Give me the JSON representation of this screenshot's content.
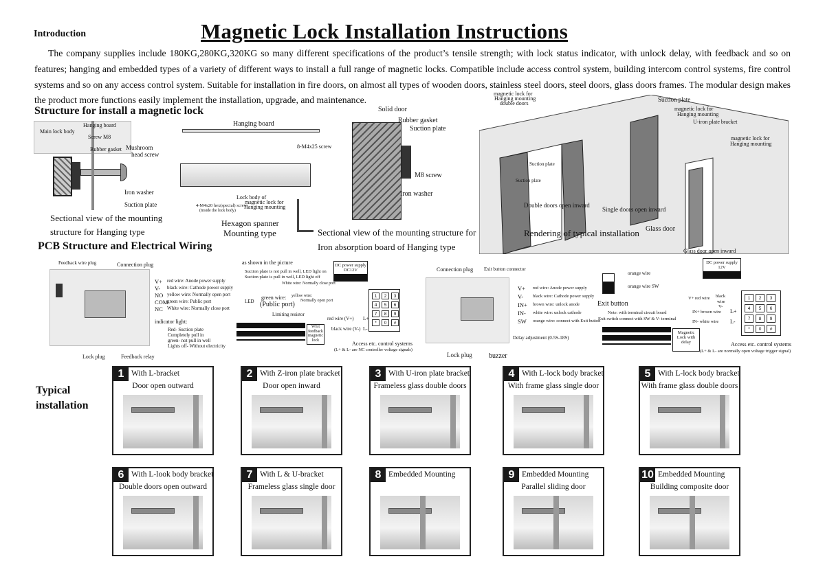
{
  "header": {
    "intro_heading": "Introduction",
    "title": "Magnetic Lock Installation Instructions"
  },
  "intro_text": "The company supplies include 180KG,280KG,320KG so many different specifications of the product’s tensile strength; with lock status indicator, with unlock delay, with feedback and so on features; hanging and embedded types of a variety of different ways to install a full range of magnetic locks. Compatible include access control system, building intercom control systems, fire control systems and so on any access control system. Suitable for installation in fire doors, on almost all types of wooden doors, stainless steel doors, steel doors, glass doors frames. The modular design makes the product more functions easily implement the installation, upgrade, and maintenance.",
  "structure": {
    "heading": "Structure for install a magnetic lock",
    "sectional": {
      "labels": [
        "Main lock body",
        "Hanging board",
        "Screw M8",
        "Rubber gasket",
        "Mushroom",
        "head screw",
        "Iron washer",
        "Suction plate"
      ],
      "caption1": "Sectional view of the mounting",
      "caption2": "structure for Hanging type"
    },
    "mounting": {
      "hanging_board": "Hanging board",
      "screw": "8-M4x25 screw",
      "lock_body1": "Lock body of",
      "lock_body2": "magnetic lock for",
      "lock_body3": "Hanging mounting",
      "screw2": "4-M4x20 hex(special) screw",
      "screw2b": "(Inside the lock body)",
      "spanner": "Hexagon spanner",
      "caption": "Mounting type"
    },
    "iron": {
      "labels": [
        "Solid door",
        "Rubber gasket",
        "Suction plate",
        "M8 screw",
        "Iron washer"
      ],
      "caption1": "Sectional view of the mounting structure for",
      "caption2": "Iron absorption board of  Hanging type"
    },
    "rendering": {
      "labels": [
        "magnetic lock for",
        "Hanging mounting",
        "double doors",
        "Suction plate",
        "magnetic lock for",
        "Hanging mounting",
        "U-iron plate bracket",
        "magnetic lock for",
        "Hanging mounting",
        "Suction plate",
        "Suction plate",
        "Double doors open inward",
        "Single doors open inward",
        "Glass door",
        "Glass door open inward"
      ],
      "caption": "Rendering of typical installation"
    }
  },
  "pcb": {
    "heading": "PCB Structure and Electrical Wiring",
    "left": {
      "feedback_plug": "Feedback wire plug",
      "connection_plug": "Connection plug",
      "lock_plug": "Lock plug",
      "feedback_relay": "Feedback relay",
      "pins": [
        {
          "pin": "V+",
          "desc": "red wire: Anode power supply"
        },
        {
          "pin": "V-",
          "desc": "black wire: Cathode power supply"
        },
        {
          "pin": "NO",
          "desc": "yellow wire: Normally open port"
        },
        {
          "pin": "COM",
          "desc": "green wire: Public port"
        },
        {
          "pin": "NC",
          "desc": "White wire: Normally close port"
        }
      ],
      "indicator_title": "indicator light:",
      "indicator_lines": [
        "Red- Suction plate",
        "Completely pull in",
        "green- not pull in well",
        "Lights off- Without electricity"
      ]
    },
    "wiring1": {
      "shown": "as shown in the picture",
      "line1": "Suction plate is not pull in well, LED light on",
      "line2": "Suction plate is pull in well, LED light off",
      "white": "White wire: Normally close port",
      "yellow": "yellow wire:",
      "yellow2": "Normally open port",
      "green": "green wire:",
      "public": "(Public port)",
      "led": "LED",
      "resistor": "Limiting resistor",
      "dc": "DC power supply",
      "dc12": "DC12V",
      "red": "red wire  (V+)",
      "black": "black wire  (V-)",
      "lplus": "L+",
      "lminus": "L-",
      "lock1": "Whit",
      "lock2": "feedback",
      "lock3": "magnetic",
      "lock4": "lock",
      "access": "Access etc. control systems",
      "access2": "(L+ & L- are NC controller voltage signals)"
    },
    "middle": {
      "connection_plug": "Connection plug",
      "exit_connector": "Exit button connector",
      "pins": [
        {
          "pin": "V+",
          "desc": "red wire: Anode power supply"
        },
        {
          "pin": "V-",
          "desc": "black wire: Cathode power supply"
        },
        {
          "pin": "IN+",
          "desc": "brown wire: unlock anode"
        },
        {
          "pin": "IN-",
          "desc": "white wire: unlock cathode"
        },
        {
          "pin": "SW",
          "desc": "orange wire: connect with Exit button"
        }
      ],
      "delay": "Delay adjustment  (0.5S-18S)",
      "lock_plug": "Lock plug",
      "buzzer": "buzzer"
    },
    "wiring2": {
      "orange": "orange wire",
      "orange_sw": "orange wire SW",
      "exit": "Exit button",
      "note1": "Note: with terminal circuit board",
      "note2": "Exit switch connect with SW & V- terminal",
      "dc": "DC  power supply",
      "dc12": "12V",
      "red": "V+ red wire",
      "black": "black",
      "black2": "wire",
      "vminus": "V-",
      "brown": "IN+ brown wire",
      "white": "IN- white wire",
      "lplus": "L+",
      "lminus": "L-",
      "lock1": "Magnetic",
      "lock2": "Lock with",
      "lock3": "delay",
      "access": "Access etc. control systems",
      "access2": "(L+ & L- are normally open voltage trigger signal)"
    },
    "keypad": [
      "1",
      "2",
      "3",
      "4",
      "5",
      "6",
      "7",
      "8",
      "9",
      "*",
      "0",
      "#"
    ]
  },
  "typical": {
    "heading1": "Typical",
    "heading2": "installation",
    "cards": [
      {
        "num": "1",
        "t1": "With L-bracket",
        "t2": "Door open outward"
      },
      {
        "num": "2",
        "t1": "With Z-iron plate bracket",
        "t2": "Door open inward"
      },
      {
        "num": "3",
        "t1": "With U-iron plate bracket",
        "t2": "Frameless glass double doors"
      },
      {
        "num": "4",
        "t1": "With L-lock body bracket",
        "t2": "With frame glass single door"
      },
      {
        "num": "5",
        "t1": "With L-lock body bracket",
        "t2": "With frame glass double doors"
      },
      {
        "num": "6",
        "t1": "With L-look body bracket",
        "t2": "Double doors open outward"
      },
      {
        "num": "7",
        "t1": "With L & U-bracket",
        "t2": "Frameless glass single door"
      },
      {
        "num": "8",
        "t1": "Embedded Mounting",
        "t2": ""
      },
      {
        "num": "9",
        "t1": "Embedded Mounting",
        "t2": "Parallel sliding door"
      },
      {
        "num": "10",
        "t1": "Embedded Mounting",
        "t2": "Building composite door"
      }
    ]
  }
}
